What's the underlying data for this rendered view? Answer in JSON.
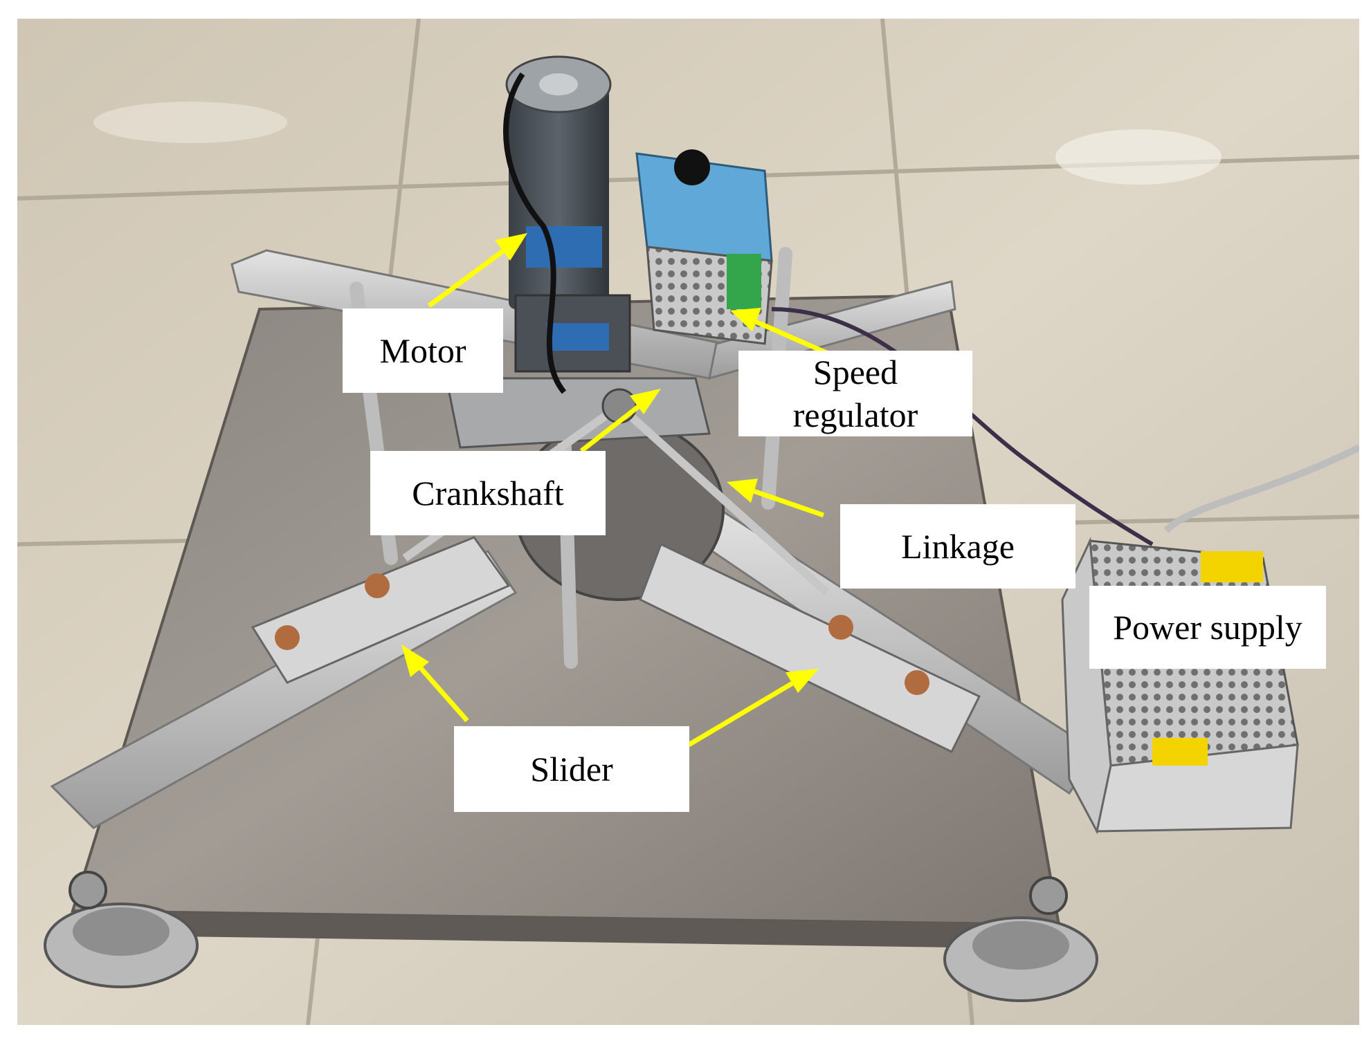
{
  "figure": {
    "labels": {
      "motor": "Motor",
      "speed_regulator_line1": "Speed",
      "speed_regulator_line2": "regulator",
      "crankshaft": "Crankshaft",
      "linkage": "Linkage",
      "power_supply": "Power supply",
      "slider": "Slider"
    },
    "arrow_color": "#ffff00",
    "label_background": "#ffffff"
  }
}
